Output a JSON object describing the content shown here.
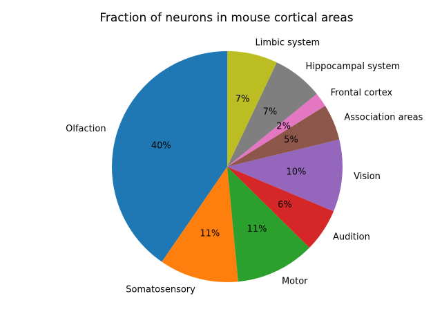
{
  "chart_data": {
    "type": "pie",
    "title": "Fraction of neurons in mouse cortical areas",
    "start_angle_deg": 90,
    "direction": "counterclockwise",
    "slices": [
      {
        "label": "Olfaction",
        "value": 40,
        "pct_label": "40%",
        "color": "#1f77b4"
      },
      {
        "label": "Somatosensory",
        "value": 11,
        "pct_label": "11%",
        "color": "#ff7f0e"
      },
      {
        "label": "Motor",
        "value": 11,
        "pct_label": "11%",
        "color": "#2ca02c"
      },
      {
        "label": "Audition",
        "value": 6,
        "pct_label": "6%",
        "color": "#d62728"
      },
      {
        "label": "Vision",
        "value": 10,
        "pct_label": "10%",
        "color": "#9467bd"
      },
      {
        "label": "Association areas",
        "value": 5,
        "pct_label": "5%",
        "color": "#8c564b"
      },
      {
        "label": "Frontal cortex",
        "value": 2,
        "pct_label": "2%",
        "color": "#e377c2"
      },
      {
        "label": "Hippocampal system",
        "value": 7,
        "pct_label": "7%",
        "color": "#7f7f7f"
      },
      {
        "label": "Limbic system",
        "value": 7,
        "pct_label": "7%",
        "color": "#bcbd22"
      }
    ]
  }
}
